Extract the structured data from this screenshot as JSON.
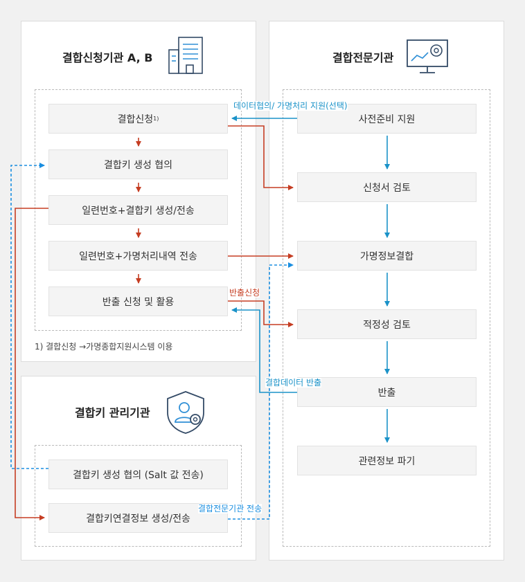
{
  "left_panel": {
    "title": "결합신청기관 A, B",
    "steps": [
      "결합신청",
      "결합키 생성 협의",
      "일련번호+결합키 생성/전송",
      "일련번호+가명처리내역 전송",
      "반출 신청 및 활용"
    ],
    "step1_footnote_marker": "1)",
    "footnote": "1) 결합신청 →가명종합지원시스템 이용",
    "icon": "building-icon"
  },
  "key_panel": {
    "title": "결합키 관리기관",
    "steps": [
      "결합키 생성 협의 (Salt 값 전송)",
      "결합키연결정보 생성/전송"
    ],
    "icon": "user-gear-shield-icon"
  },
  "right_panel": {
    "title": "결합전문기관",
    "steps": [
      "사전준비 지원",
      "신청서 검토",
      "가명정보결합",
      "적정성 검토",
      "반출",
      "관련정보 파기"
    ],
    "icon": "monitor-gear-icon"
  },
  "connectors": {
    "data_consult": "데이터협의/ 가명처리 지원(선택)",
    "export_request": "반출신청",
    "export_data": "결합데이터 반출",
    "transfer_to_expert": "결합전문기관 전송"
  },
  "colors": {
    "red": "#c53d22",
    "teal": "#1a92c8",
    "blue_dashed": "#1a8ee0",
    "panel": "#ffffff",
    "box": "#f4f4f4"
  }
}
